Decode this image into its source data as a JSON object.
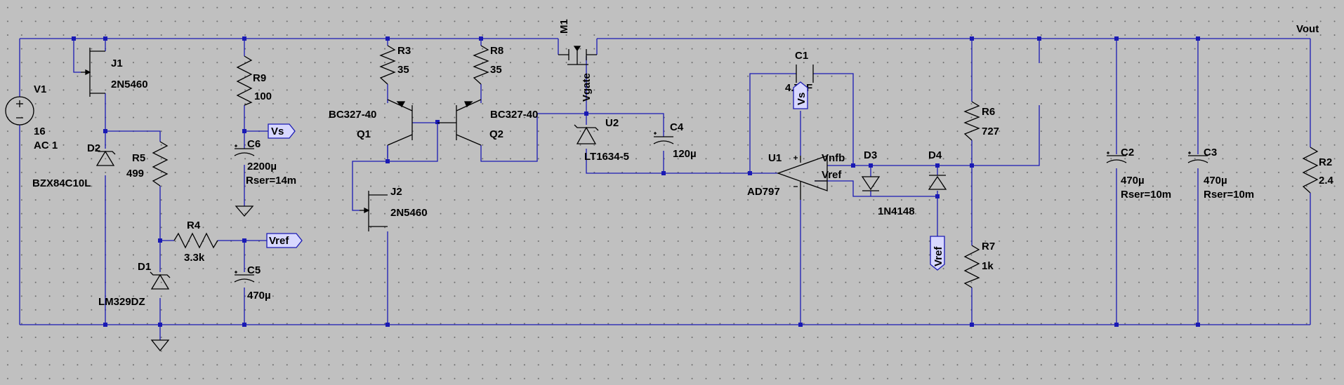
{
  "net_labels": {
    "vout": "Vout",
    "vgate": "Vgate",
    "vnfb": "Vnfb",
    "vref_wire": "Vref",
    "vs_flag": "Vs",
    "vref_flag_1": "Vref",
    "vref_flag_2": "Vref"
  },
  "components": {
    "v1": {
      "ref": "V1",
      "value": "16",
      "value2": "AC 1"
    },
    "j1": {
      "ref": "J1",
      "value": "2N5460"
    },
    "j2": {
      "ref": "J2",
      "value": "2N5460"
    },
    "d2": {
      "ref": "D2",
      "value": "BZX84C10L"
    },
    "d1": {
      "ref": "D1",
      "value": "LM329DZ"
    },
    "r5": {
      "ref": "R5",
      "value": "499"
    },
    "r4": {
      "ref": "R4",
      "value": "3.3k"
    },
    "r9": {
      "ref": "R9",
      "value": "100"
    },
    "c6": {
      "ref": "C6",
      "value": "2200µ",
      "value2": "Rser=14m"
    },
    "c5": {
      "ref": "C5",
      "value": "470µ"
    },
    "r3": {
      "ref": "R3",
      "value": "35"
    },
    "r8": {
      "ref": "R8",
      "value": "35"
    },
    "q1": {
      "ref": "Q1",
      "value": "BC327-40"
    },
    "q2": {
      "ref": "Q2",
      "value": "BC327-40"
    },
    "m1": {
      "ref": "M1"
    },
    "u2": {
      "ref": "U2",
      "value": "LT1634-5"
    },
    "c4": {
      "ref": "C4",
      "value": "120µ"
    },
    "c1": {
      "ref": "C1",
      "value": "4.7pF"
    },
    "u1": {
      "ref": "U1",
      "value": "AD797"
    },
    "d3": {
      "ref": "D3"
    },
    "d4": {
      "ref": "D4",
      "value": "1N4148"
    },
    "r6": {
      "ref": "R6",
      "value": "727"
    },
    "r7": {
      "ref": "R7",
      "value": "1k"
    },
    "c2": {
      "ref": "C2",
      "value": "470µ",
      "value2": "Rser=10m"
    },
    "c3": {
      "ref": "C3",
      "value": "470µ",
      "value2": "Rser=10m"
    },
    "r2": {
      "ref": "R2",
      "value": "2.4"
    }
  },
  "colors": {
    "wire": "#1a1ab4",
    "background": "#c0c0c0",
    "symbol": "#000000"
  }
}
